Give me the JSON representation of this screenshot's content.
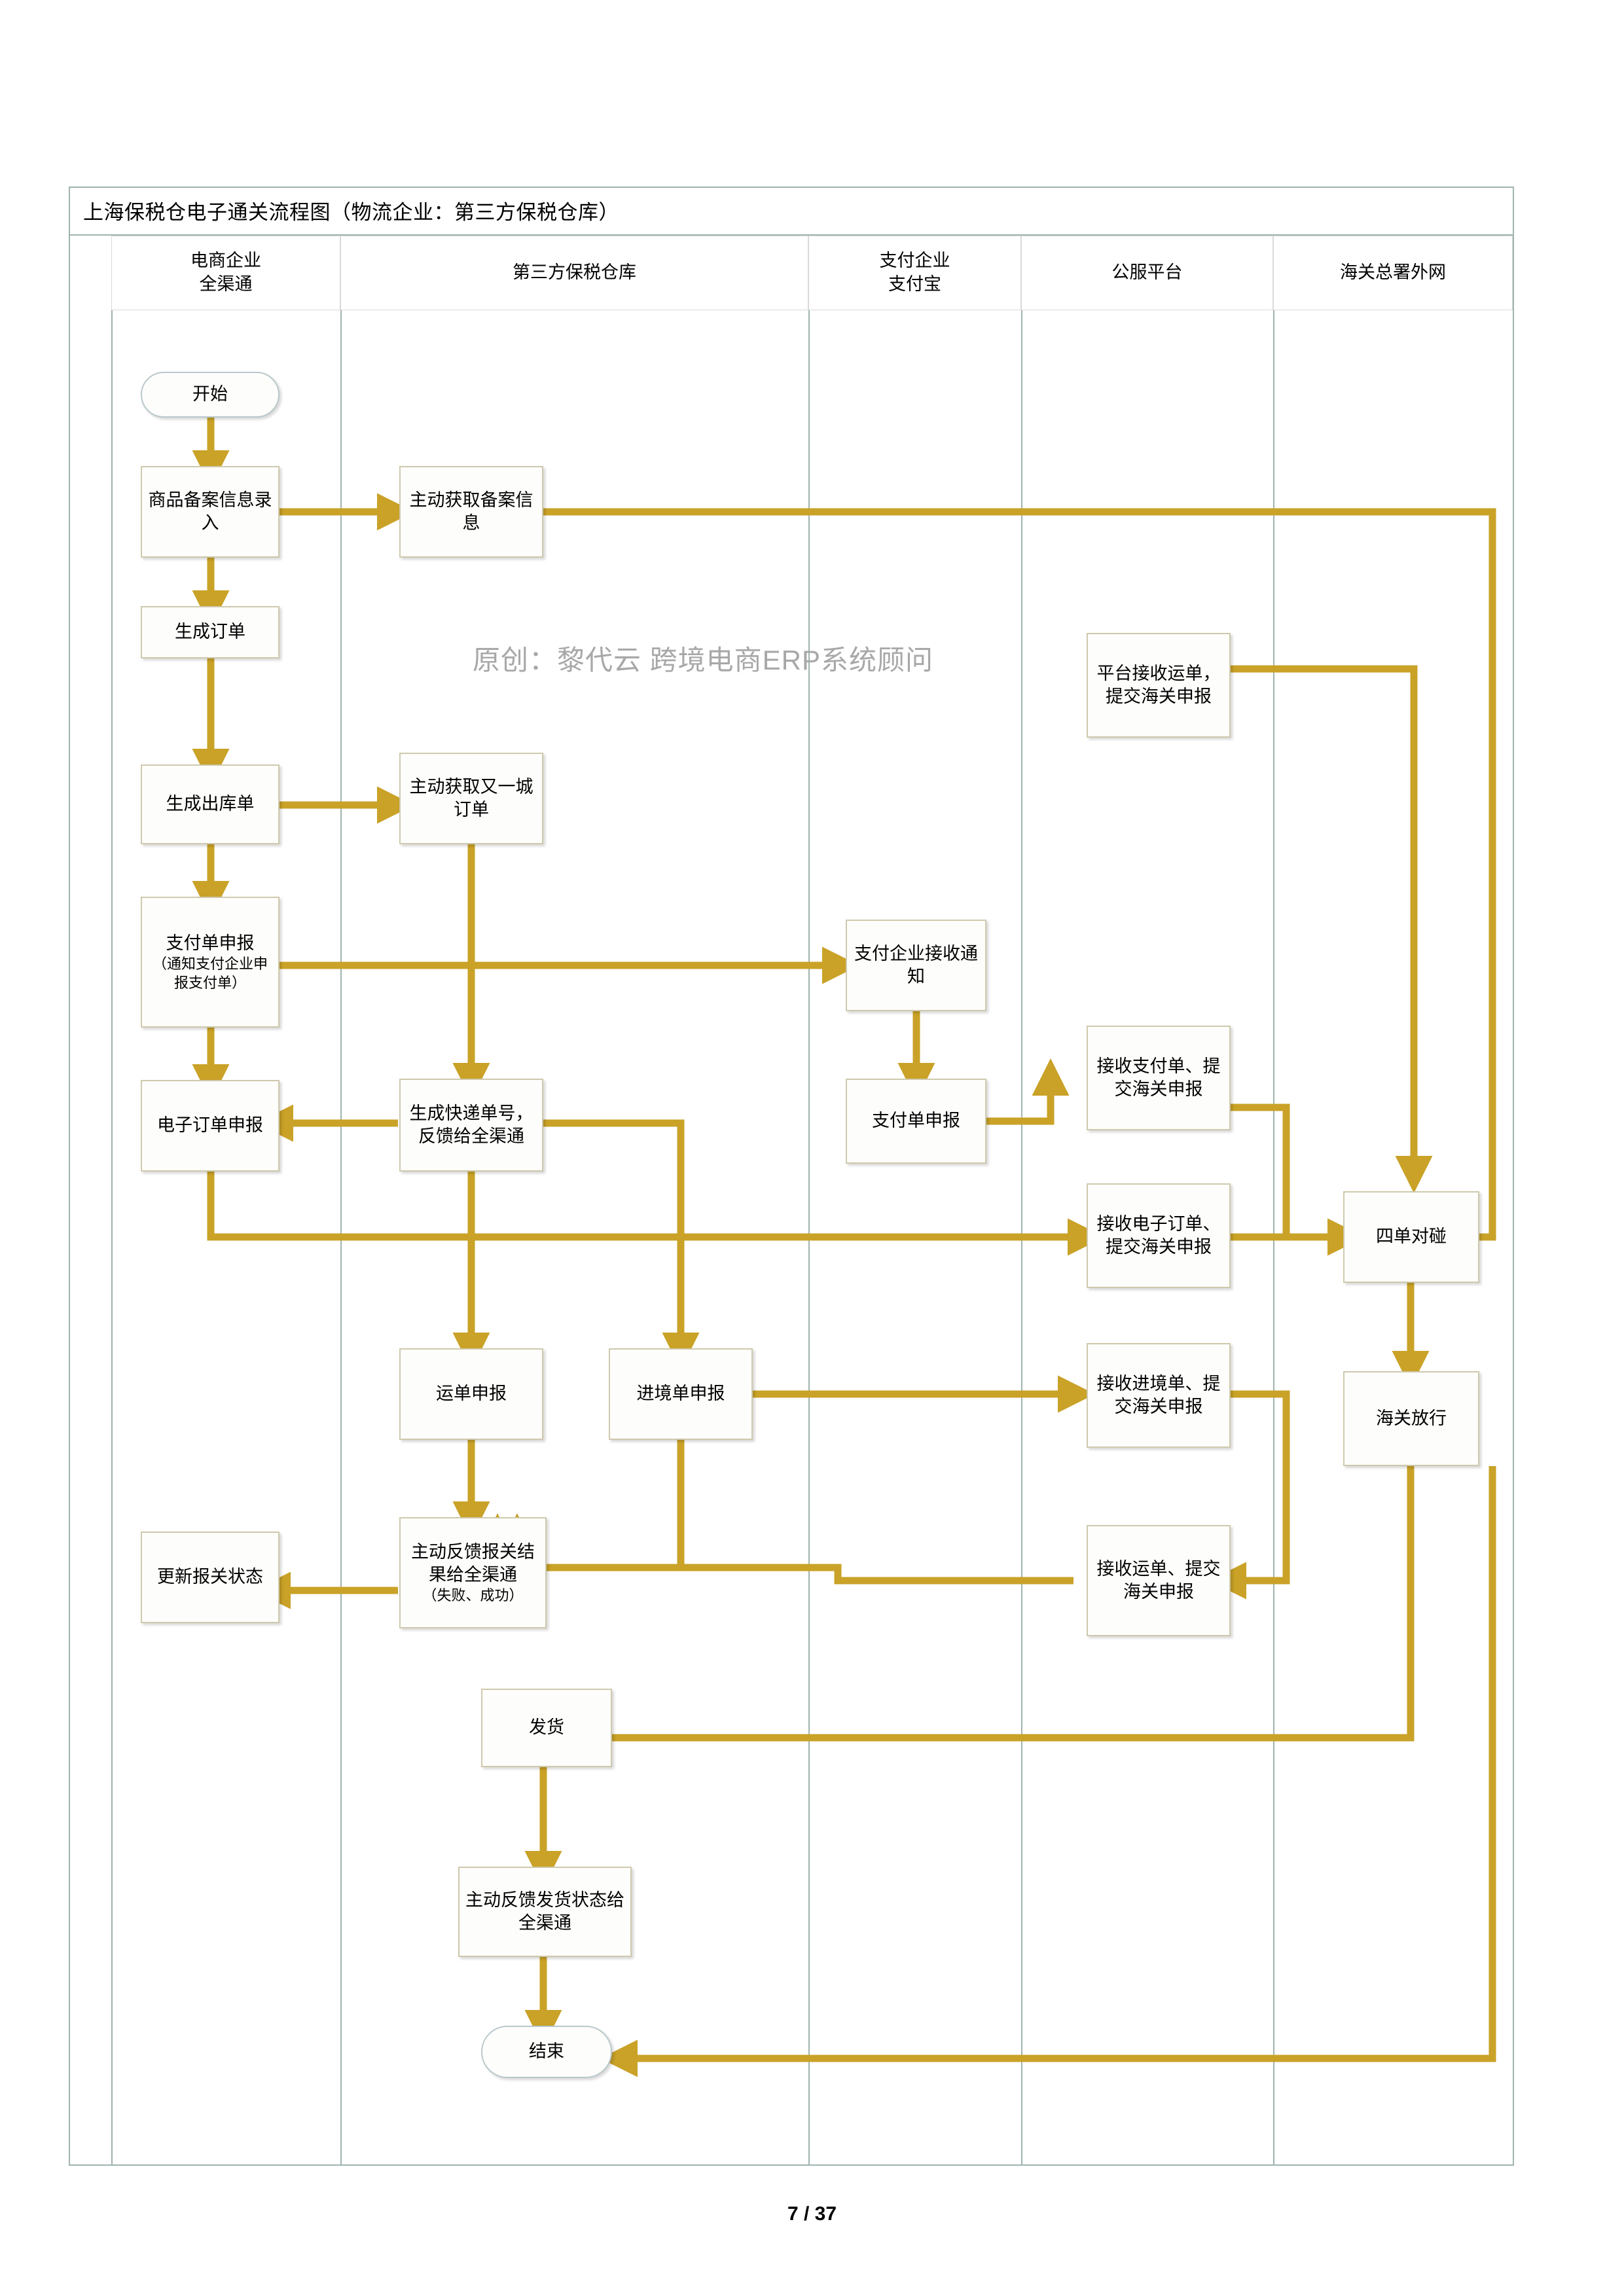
{
  "document": {
    "title": "上海保税仓电子通关流程图（物流企业：第三方保税仓库）",
    "watermark": "原创：黎代云 跨境电商ERP系统顾问",
    "page_number": "7 / 37"
  },
  "colors": {
    "connector": "#c9a227",
    "node_border": "#cfc9ad",
    "terminator_border": "#b9c8cc",
    "lane_border": "#9fb3b0",
    "node_fill": "#fdfdfb",
    "watermark": "#a8a8a8"
  },
  "chart_data": {
    "type": "diagram",
    "title": "上海保税仓电子通关流程图（物流企业：第三方保税仓库）",
    "lanes": [
      {
        "id": "ecommerce",
        "label": "电商企业\n全渠通",
        "label_lines": [
          "电商企业",
          "全渠通"
        ]
      },
      {
        "id": "warehouse",
        "label": "第三方保税仓库",
        "label_lines": [
          "第三方保税仓库"
        ]
      },
      {
        "id": "payment",
        "label": "支付企业\n支付宝",
        "label_lines": [
          "支付企业",
          "支付宝"
        ]
      },
      {
        "id": "platform",
        "label": "公服平台",
        "label_lines": [
          "公服平台"
        ]
      },
      {
        "id": "customs",
        "label": "海关总署外网",
        "label_lines": [
          "海关总署外网"
        ]
      }
    ],
    "nodes": [
      {
        "id": "start",
        "lane": "ecommerce",
        "shape": "terminator",
        "label": "开始"
      },
      {
        "id": "goods_filing",
        "lane": "ecommerce",
        "shape": "process",
        "label": "商品备案信息录入"
      },
      {
        "id": "create_order",
        "lane": "ecommerce",
        "shape": "process",
        "label": "生成订单"
      },
      {
        "id": "create_outbound",
        "lane": "ecommerce",
        "shape": "process",
        "label": "生成出库单"
      },
      {
        "id": "payment_declare",
        "lane": "ecommerce",
        "shape": "process",
        "label": "支付单申报",
        "sub": "（通知支付企业申报支付单）"
      },
      {
        "id": "eorder_declare",
        "lane": "ecommerce",
        "shape": "process",
        "label": "电子订单申报"
      },
      {
        "id": "update_status",
        "lane": "ecommerce",
        "shape": "process",
        "label": "更新报关状态"
      },
      {
        "id": "fetch_filing",
        "lane": "warehouse",
        "shape": "process",
        "label": "主动获取备案信息"
      },
      {
        "id": "fetch_order",
        "lane": "warehouse",
        "shape": "process",
        "label": "主动获取又一城订单"
      },
      {
        "id": "create_waybill",
        "lane": "warehouse",
        "shape": "process",
        "label": "生成快递单号，反馈给全渠通"
      },
      {
        "id": "waybill_declare",
        "lane": "warehouse",
        "shape": "process",
        "label": "运单申报"
      },
      {
        "id": "entry_declare",
        "lane": "warehouse",
        "shape": "process",
        "label": "进境单申报"
      },
      {
        "id": "feedback_customs",
        "lane": "warehouse",
        "shape": "process",
        "label": "主动反馈报关结果给全渠通",
        "sub": "（失败、成功）"
      },
      {
        "id": "ship",
        "lane": "warehouse",
        "shape": "process",
        "label": "发货"
      },
      {
        "id": "feedback_ship",
        "lane": "warehouse",
        "shape": "process",
        "label": "主动反馈发货状态给全渠通"
      },
      {
        "id": "end",
        "lane": "warehouse",
        "shape": "terminator",
        "label": "结束"
      },
      {
        "id": "pay_receive",
        "lane": "payment",
        "shape": "process",
        "label": "支付企业接收通知"
      },
      {
        "id": "pay_declare",
        "lane": "payment",
        "shape": "process",
        "label": "支付单申报"
      },
      {
        "id": "plat_waybill",
        "lane": "platform",
        "shape": "process",
        "label": "平台接收运单，提交海关申报"
      },
      {
        "id": "recv_pay",
        "lane": "platform",
        "shape": "process",
        "label": "接收支付单、提交海关申报"
      },
      {
        "id": "recv_eorder",
        "lane": "platform",
        "shape": "process",
        "label": "接收电子订单、提交海关申报"
      },
      {
        "id": "recv_entry",
        "lane": "platform",
        "shape": "process",
        "label": "接收进境单、提交海关申报"
      },
      {
        "id": "recv_waybill",
        "lane": "platform",
        "shape": "process",
        "label": "接收运单、提交海关申报"
      },
      {
        "id": "four_match",
        "lane": "customs",
        "shape": "process",
        "label": "四单对碰"
      },
      {
        "id": "customs_release",
        "lane": "customs",
        "shape": "process",
        "label": "海关放行"
      }
    ],
    "edges": [
      {
        "from": "start",
        "to": "goods_filing"
      },
      {
        "from": "goods_filing",
        "to": "fetch_filing"
      },
      {
        "from": "goods_filing",
        "to": "create_order"
      },
      {
        "from": "fetch_filing",
        "to": "four_match"
      },
      {
        "from": "create_order",
        "to": "create_outbound"
      },
      {
        "from": "create_outbound",
        "to": "fetch_order"
      },
      {
        "from": "create_outbound",
        "to": "payment_declare"
      },
      {
        "from": "fetch_order",
        "to": "create_waybill"
      },
      {
        "from": "payment_declare",
        "to": "pay_receive"
      },
      {
        "from": "payment_declare",
        "to": "eorder_declare"
      },
      {
        "from": "pay_receive",
        "to": "pay_declare"
      },
      {
        "from": "pay_declare",
        "to": "recv_pay"
      },
      {
        "from": "recv_pay",
        "to": "four_match"
      },
      {
        "from": "plat_waybill",
        "to": "four_match"
      },
      {
        "from": "create_waybill",
        "to": "eorder_declare"
      },
      {
        "from": "create_waybill",
        "to": "waybill_declare"
      },
      {
        "from": "create_waybill",
        "to": "entry_declare"
      },
      {
        "from": "eorder_declare",
        "to": "recv_eorder"
      },
      {
        "from": "recv_eorder",
        "to": "four_match"
      },
      {
        "from": "four_match",
        "to": "customs_release"
      },
      {
        "from": "entry_declare",
        "to": "recv_entry"
      },
      {
        "from": "recv_entry",
        "to": "recv_waybill"
      },
      {
        "from": "waybill_declare",
        "to": "feedback_customs"
      },
      {
        "from": "entry_declare",
        "to": "feedback_customs"
      },
      {
        "from": "recv_waybill",
        "to": "feedback_customs"
      },
      {
        "from": "feedback_customs",
        "to": "update_status"
      },
      {
        "from": "customs_release",
        "to": "ship"
      },
      {
        "from": "ship",
        "to": "feedback_ship"
      },
      {
        "from": "feedback_ship",
        "to": "end"
      },
      {
        "from": "customs_release",
        "to": "end"
      }
    ]
  }
}
